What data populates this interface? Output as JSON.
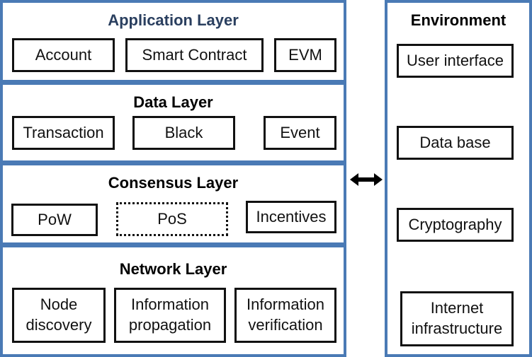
{
  "layers": [
    {
      "title": "Application Layer",
      "boxes": [
        "Account",
        "Smart Contract",
        "EVM"
      ]
    },
    {
      "title": "Data Layer",
      "boxes": [
        "Transaction",
        "Black",
        "Event"
      ]
    },
    {
      "title": "Consensus Layer",
      "boxes": [
        "PoW",
        "PoS",
        "Incentives"
      ]
    },
    {
      "title": "Network Layer",
      "boxes": [
        "Node discovery",
        "Information propagation",
        "Information verification"
      ]
    }
  ],
  "environment": {
    "title": "Environment",
    "items": [
      "User interface",
      "Data base",
      "Cryptography",
      "Internet infrastructure"
    ]
  },
  "colors": {
    "layer_border": "#4a7ab5",
    "app_title": "#2a3f5f",
    "box_border": "#111111"
  },
  "connector": "double-arrow-icon"
}
